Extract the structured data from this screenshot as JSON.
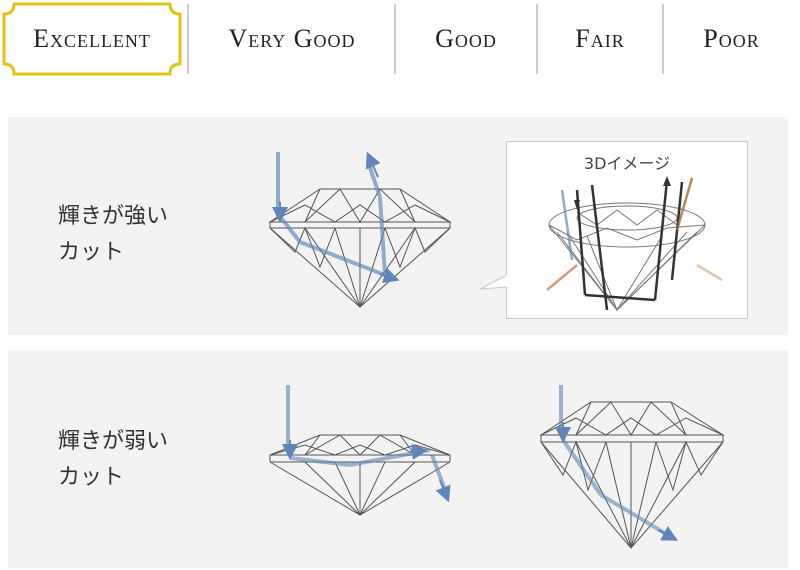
{
  "tabs": [
    {
      "label": "Excellent",
      "active": true
    },
    {
      "label": "Very Good",
      "active": false
    },
    {
      "label": "Good",
      "active": false
    },
    {
      "label": "Fair",
      "active": false
    },
    {
      "label": "Poor",
      "active": false
    }
  ],
  "colors": {
    "active_frame": "#e3c21a",
    "divider": "#d8c7cc",
    "panel_bg": "#f3f3f3",
    "ray": "#5f86b8",
    "diamond_line": "#555555"
  },
  "panels": [
    {
      "label_line1": "輝きが強い",
      "label_line2": "カット",
      "callout": {
        "title": "3Dイメージ"
      }
    },
    {
      "label_line1": "輝きが弱い",
      "label_line2": "カット"
    }
  ],
  "icons": [
    "diamond-excellent-diagram",
    "diamond-3d-image",
    "diamond-shallow-diagram",
    "diamond-deep-diagram"
  ]
}
